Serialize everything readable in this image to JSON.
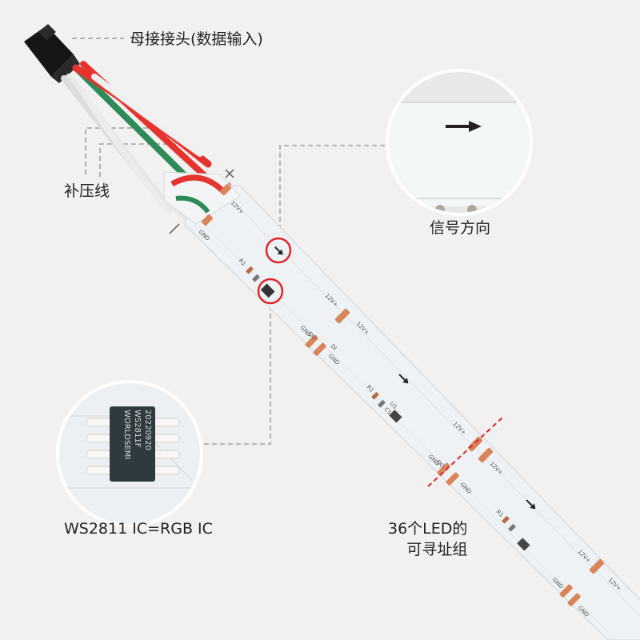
{
  "labels": {
    "connector": "母接接头(数据输入)",
    "crimp": "补压线",
    "signal_direction": "信号方向",
    "ic": "WS2811 IC=RGB IC",
    "group_line1": "36个LED的",
    "group_line2": "可寻址组"
  },
  "strip_marks": {
    "v12": "12V+",
    "gnd": "GND",
    "do": "DO",
    "di": "DI",
    "r1": "R1",
    "c1": "C1",
    "u1": "U1"
  },
  "chip": {
    "line1": "WORLDSEMI",
    "line2": "WS2811F",
    "line3": "20220920"
  },
  "colors": {
    "strip": "#eef2f4",
    "pad": "#d9855a",
    "wire_red": "#e5342f",
    "wire_green": "#2e8b57",
    "highlight": "#e0242a",
    "cut_line": "#e0242a",
    "leader": "#a0a0a0"
  }
}
